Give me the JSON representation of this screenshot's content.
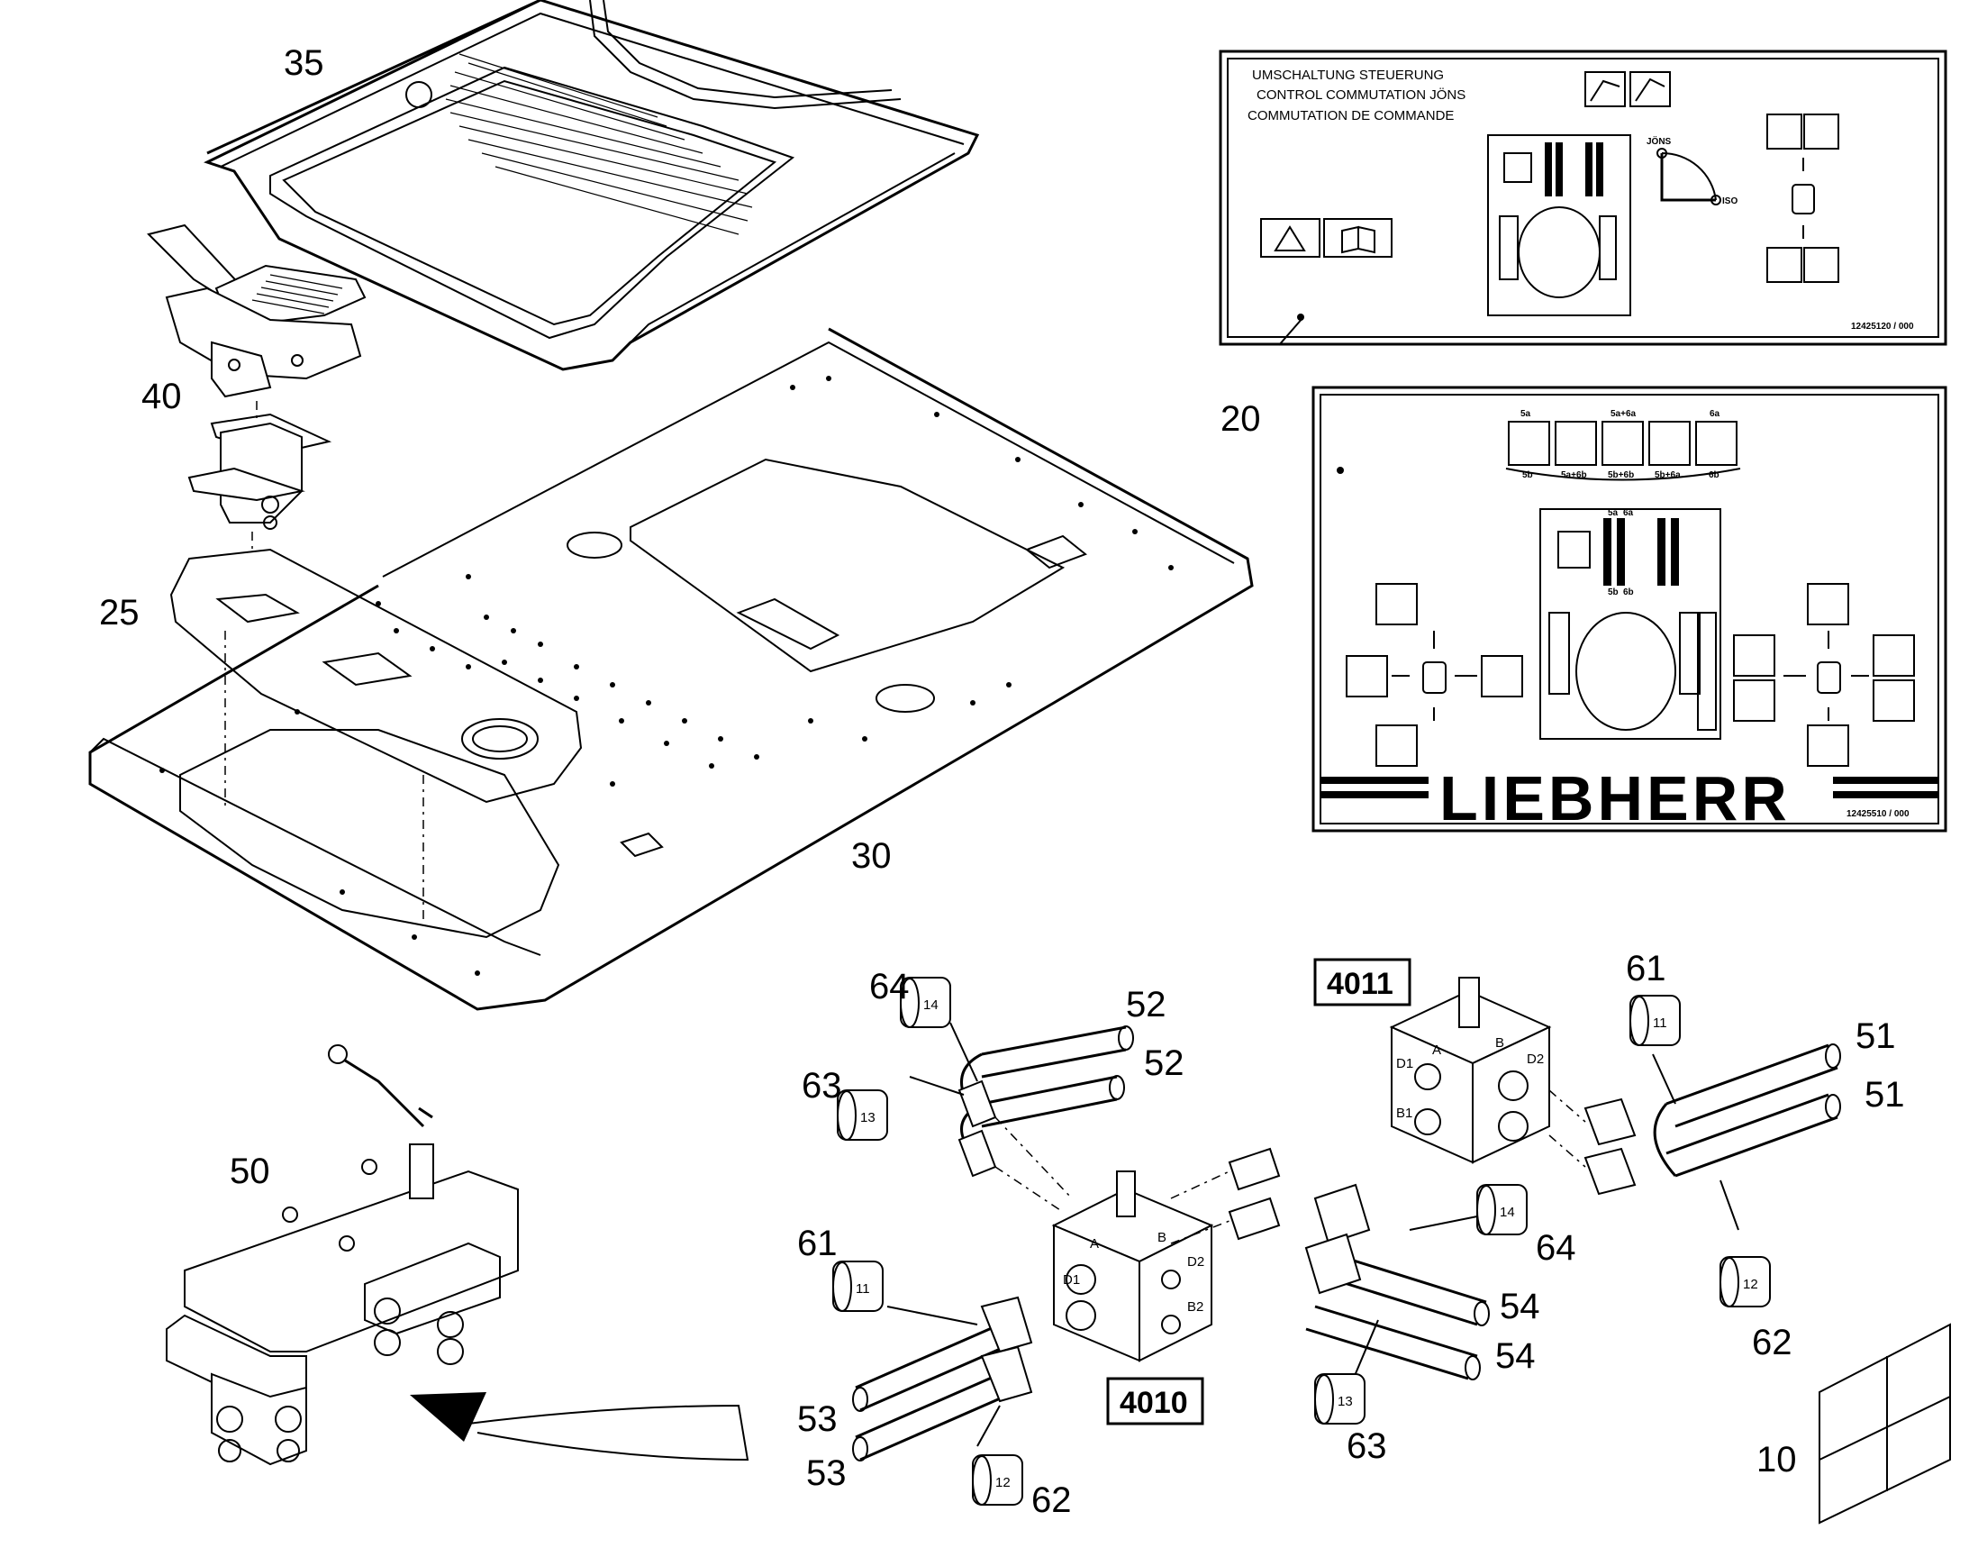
{
  "callouts": {
    "n35": "35",
    "n40": "40",
    "n25": "25",
    "n30": "30",
    "n20": "20",
    "n50": "50",
    "n10": "10",
    "n64a": "64",
    "n63a": "63",
    "n61a": "61",
    "n53a": "53",
    "n53b": "53",
    "n62a": "62",
    "n52a": "52",
    "n52b": "52",
    "n64b": "64",
    "n54a": "54",
    "n54b": "54",
    "n63b": "63",
    "n61b": "61",
    "n51a": "51",
    "n51b": "51",
    "n62b": "62"
  },
  "fitting_tags": {
    "t14a": "14",
    "t13a": "13",
    "t11a": "11",
    "t12a": "12",
    "t14b": "14",
    "t13b": "13",
    "t11b": "11",
    "t12b": "12"
  },
  "valve_tags": {
    "v4010": "4010",
    "v4011": "4011"
  },
  "port_labels": {
    "a": "A",
    "b": "B",
    "d1": "D1",
    "d2": "D2",
    "b1": "B1",
    "b2": "B2"
  },
  "label_top": {
    "line1": "UMSCHALTUNG STEUERUNG",
    "line2": "CONTROL COMMUTATION  JÖNS",
    "line3": "COMMUTATION DE COMMANDE",
    "jons": "JÖNS",
    "iso": "ISO",
    "part_no": "12425120 / 000"
  },
  "label_bottom": {
    "brand": "LIEBHERR",
    "part_no": "12425510 / 000",
    "top_codes": [
      "5a",
      "5a+6a",
      "6a"
    ],
    "bottom_codes": [
      "5b",
      "5a+6b",
      "5b+6b",
      "5b+6a",
      "6b"
    ],
    "mid_codes": [
      "5a",
      "6a",
      "5b",
      "6b"
    ]
  }
}
